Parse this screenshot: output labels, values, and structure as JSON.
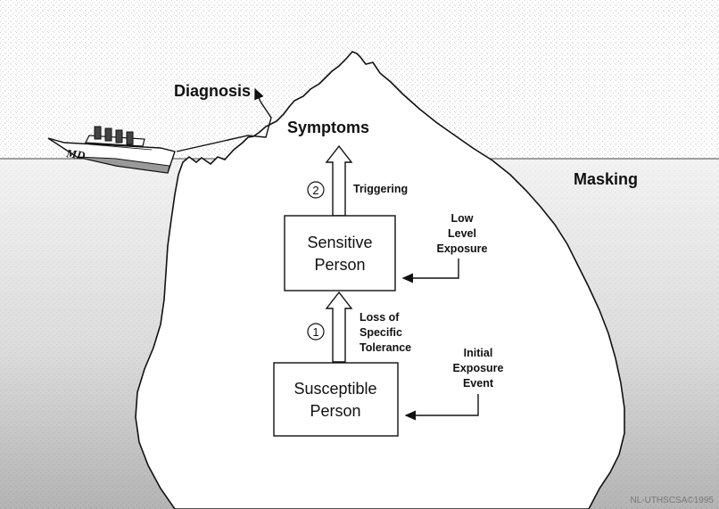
{
  "labels": {
    "diagnosis": "Diagnosis",
    "symptoms": "Symptoms",
    "masking": "Masking",
    "triggering": "Triggering",
    "low_level_exposure": [
      "Low",
      "Level",
      "Exposure"
    ],
    "loss_of_specific_tolerance": [
      "Loss of",
      "Specific",
      "Tolerance"
    ],
    "initial_exposure_event": [
      "Initial",
      "Exposure",
      "Event"
    ],
    "step_1": "1",
    "step_2": "2",
    "ship_label": "MD",
    "watermark": "NL-UTHSCSA©1995"
  },
  "boxes": {
    "sensitive_person": [
      "Sensitive",
      "Person"
    ],
    "susceptible_person": [
      "Susceptible",
      "Person"
    ]
  },
  "colors": {
    "background": "#ffffff",
    "sea_light": "#d6d6d6",
    "sea_dark": "#8a8a8a",
    "sky_speckle": "#e4e4e4",
    "ink": "#111111"
  }
}
